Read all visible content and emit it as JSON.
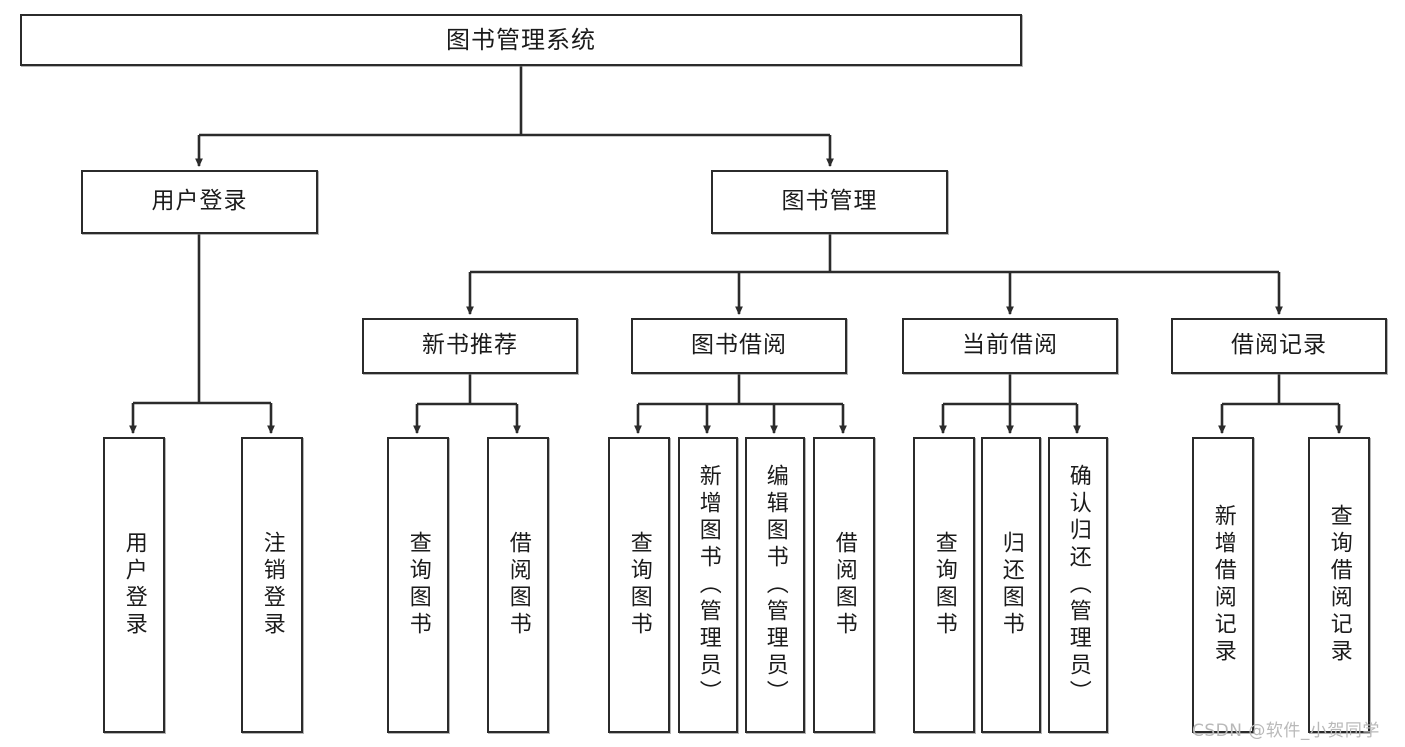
{
  "diagram": {
    "title": "图书管理系统",
    "type": "tree-hierarchy-diagram",
    "root": {
      "label": "图书管理系统"
    },
    "level2": [
      {
        "label": "用户登录"
      },
      {
        "label": "图书管理"
      }
    ],
    "level3": [
      {
        "label": "新书推荐"
      },
      {
        "label": "图书借阅"
      },
      {
        "label": "当前借阅"
      },
      {
        "label": "借阅记录"
      }
    ],
    "leaves": [
      {
        "label": "用户登录"
      },
      {
        "label": "注销登录"
      },
      {
        "label": "查询图书"
      },
      {
        "label": "借阅图书"
      },
      {
        "label": "查询图书"
      },
      {
        "label": "新增图书（管理员）"
      },
      {
        "label": "编辑图书（管理员）"
      },
      {
        "label": "借阅图书"
      },
      {
        "label": "查询图书"
      },
      {
        "label": "归还图书"
      },
      {
        "label": "确认归还（管理员）"
      },
      {
        "label": "新增借阅记录"
      },
      {
        "label": "查询借阅记录"
      }
    ]
  },
  "watermark": {
    "text": "CSDN @软件_小贺同学"
  },
  "colors": {
    "stroke": "#2b2b2b",
    "background": "#ffffff",
    "text": "#1b1b1b",
    "watermark": "#b9b9b9"
  }
}
